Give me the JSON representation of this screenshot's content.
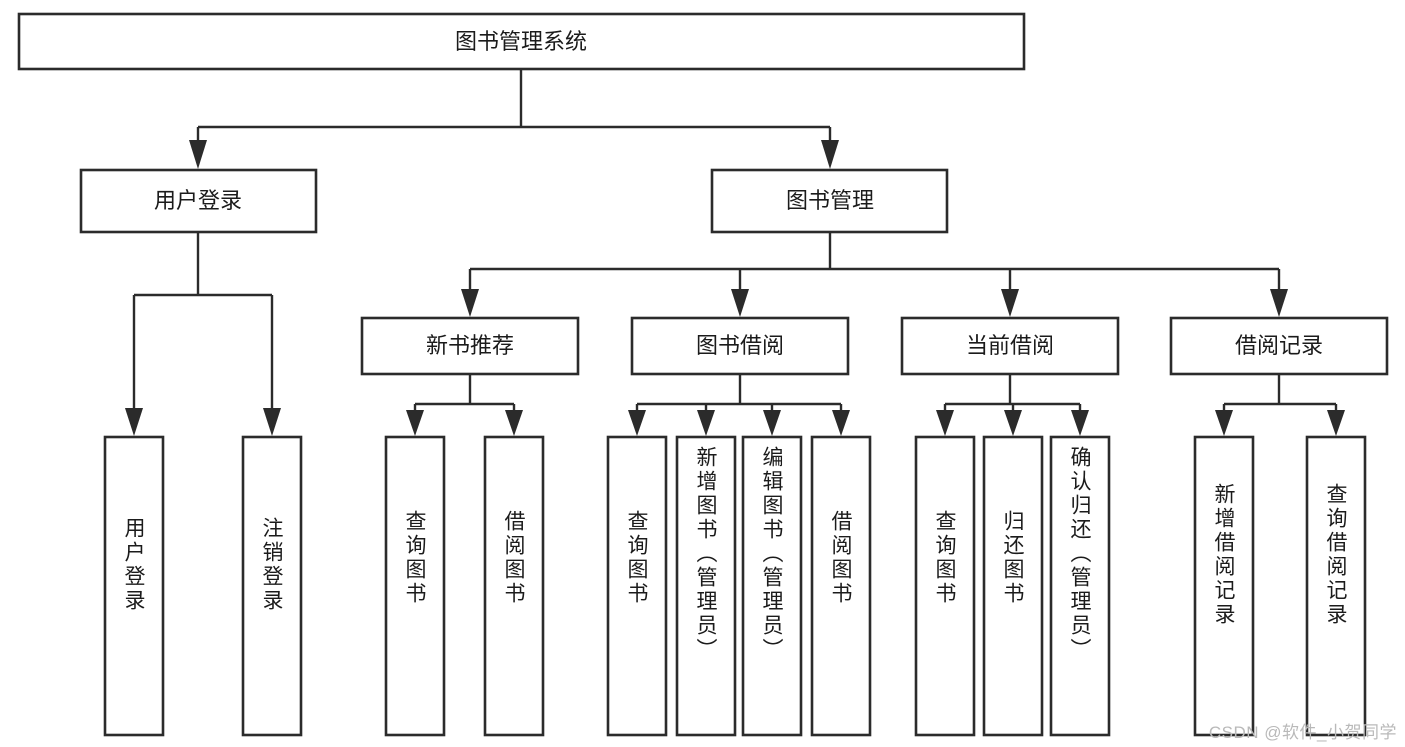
{
  "diagram": {
    "type": "tree",
    "title": "图书管理系统",
    "watermark": "CSDN @软件_小贺同学",
    "colors": {
      "box_stroke": "#2b2b2b",
      "box_fill": "#ffffff",
      "text": "#1b1b1b",
      "connector": "#2b2b2b",
      "watermark": "#b9b9b9",
      "background": "#ffffff"
    },
    "root": {
      "label": "图书管理系统"
    },
    "level2": [
      {
        "label": "用户登录"
      },
      {
        "label": "图书管理"
      }
    ],
    "level3": [
      {
        "label": "新书推荐"
      },
      {
        "label": "图书借阅"
      },
      {
        "label": "当前借阅"
      },
      {
        "label": "借阅记录"
      }
    ],
    "leaves": {
      "user_login": [
        {
          "label": "用户登录"
        },
        {
          "label": "注销登录"
        }
      ],
      "new_book_recommend": [
        {
          "label": "查询图书"
        },
        {
          "label": "借阅图书"
        }
      ],
      "book_borrow": [
        {
          "label": "查询图书"
        },
        {
          "label": "新增图书（管理员）"
        },
        {
          "label": "编辑图书（管理员）"
        },
        {
          "label": "借阅图书"
        }
      ],
      "current_borrow": [
        {
          "label": "查询图书"
        },
        {
          "label": "归还图书"
        },
        {
          "label": "确认归还（管理员）"
        }
      ],
      "borrow_record": [
        {
          "label": "新增借阅记录"
        },
        {
          "label": "查询借阅记录"
        }
      ]
    }
  }
}
